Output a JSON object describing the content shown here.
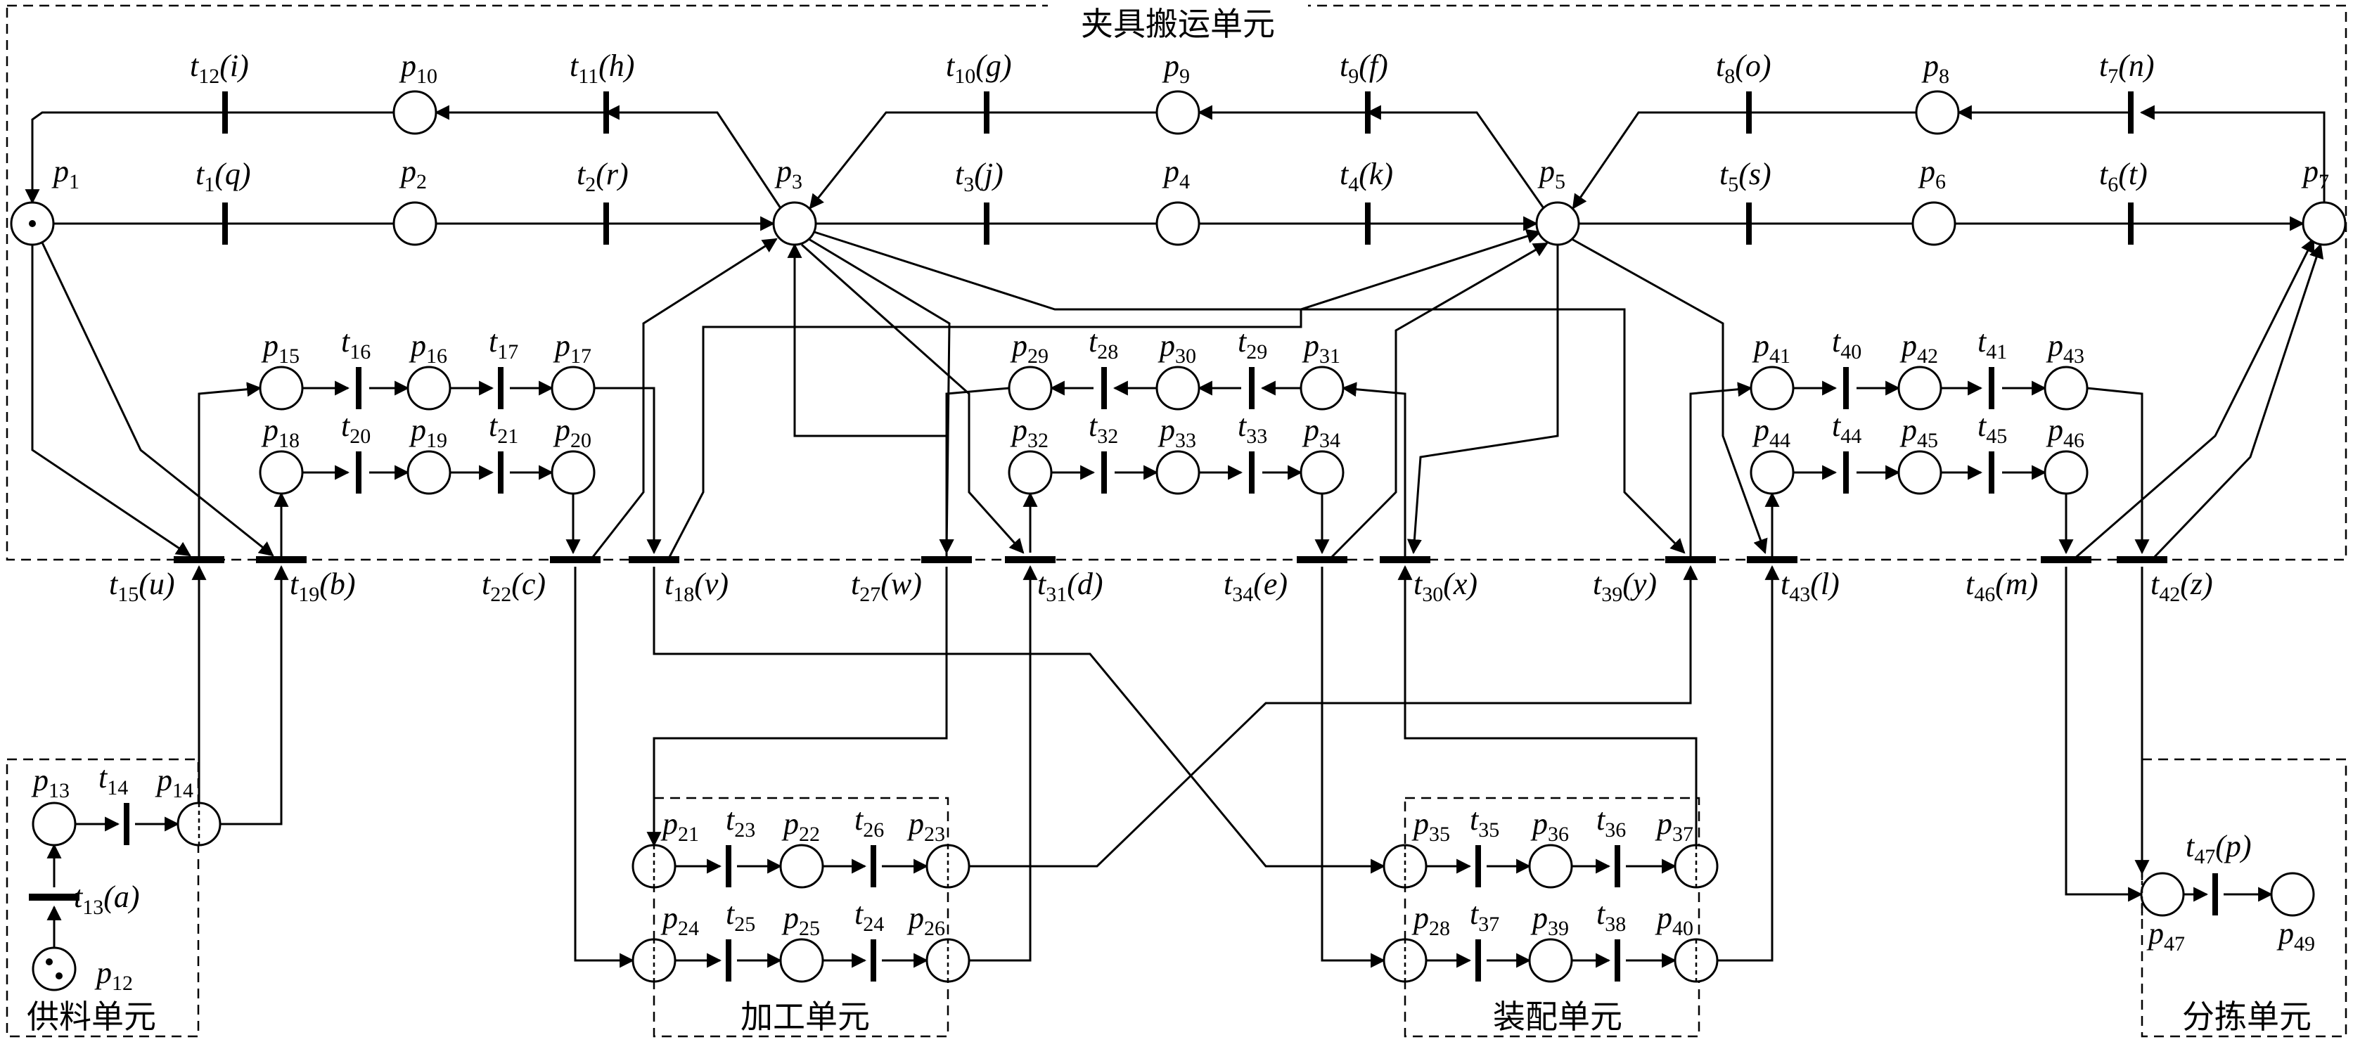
{
  "units": {
    "fixture": "夹具搬运单元",
    "supply": "供料单元",
    "machining": "加工单元",
    "assembly": "装配单元",
    "sorting": "分拣单元"
  },
  "places": {
    "p1": {
      "p": "p",
      "s": "1"
    },
    "p2": {
      "p": "p",
      "s": "2"
    },
    "p3": {
      "p": "p",
      "s": "3"
    },
    "p4": {
      "p": "p",
      "s": "4"
    },
    "p5": {
      "p": "p",
      "s": "5"
    },
    "p6": {
      "p": "p",
      "s": "6"
    },
    "p7": {
      "p": "p",
      "s": "7"
    },
    "p8": {
      "p": "p",
      "s": "8"
    },
    "p9": {
      "p": "p",
      "s": "9"
    },
    "p10": {
      "p": "p",
      "s": "10"
    },
    "p12": {
      "p": "p",
      "s": "12"
    },
    "p13": {
      "p": "p",
      "s": "13"
    },
    "p14": {
      "p": "p",
      "s": "14"
    },
    "p15": {
      "p": "p",
      "s": "15"
    },
    "p16": {
      "p": "p",
      "s": "16"
    },
    "p17": {
      "p": "p",
      "s": "17"
    },
    "p18": {
      "p": "p",
      "s": "18"
    },
    "p19": {
      "p": "p",
      "s": "19"
    },
    "p20": {
      "p": "p",
      "s": "20"
    },
    "p21": {
      "p": "p",
      "s": "21"
    },
    "p22": {
      "p": "p",
      "s": "22"
    },
    "p23": {
      "p": "p",
      "s": "23"
    },
    "p24": {
      "p": "p",
      "s": "24"
    },
    "p25": {
      "p": "p",
      "s": "25"
    },
    "p26": {
      "p": "p",
      "s": "26"
    },
    "p28": {
      "p": "p",
      "s": "28"
    },
    "p29": {
      "p": "p",
      "s": "29"
    },
    "p30": {
      "p": "p",
      "s": "30"
    },
    "p31": {
      "p": "p",
      "s": "31"
    },
    "p32": {
      "p": "p",
      "s": "32"
    },
    "p33": {
      "p": "p",
      "s": "33"
    },
    "p34": {
      "p": "p",
      "s": "34"
    },
    "p35": {
      "p": "p",
      "s": "35"
    },
    "p36": {
      "p": "p",
      "s": "36"
    },
    "p37": {
      "p": "p",
      "s": "37"
    },
    "p39": {
      "p": "p",
      "s": "39"
    },
    "p40": {
      "p": "p",
      "s": "40"
    },
    "p41": {
      "p": "p",
      "s": "41"
    },
    "p42": {
      "p": "p",
      "s": "42"
    },
    "p43": {
      "p": "p",
      "s": "43"
    },
    "p44": {
      "p": "p",
      "s": "44"
    },
    "p45": {
      "p": "p",
      "s": "45"
    },
    "p46": {
      "p": "p",
      "s": "46"
    },
    "p47": {
      "p": "p",
      "s": "47"
    },
    "p49": {
      "p": "p",
      "s": "49"
    }
  },
  "transitions": {
    "t1": {
      "p": "t",
      "s": "1",
      "e": "(q)"
    },
    "t2": {
      "p": "t",
      "s": "2",
      "e": "(r)"
    },
    "t3": {
      "p": "t",
      "s": "3",
      "e": "(j)"
    },
    "t4": {
      "p": "t",
      "s": "4",
      "e": "(k)"
    },
    "t5": {
      "p": "t",
      "s": "5",
      "e": "(s)"
    },
    "t6": {
      "p": "t",
      "s": "6",
      "e": "(t)"
    },
    "t7": {
      "p": "t",
      "s": "7",
      "e": "(n)"
    },
    "t8": {
      "p": "t",
      "s": "8",
      "e": "(o)"
    },
    "t9": {
      "p": "t",
      "s": "9",
      "e": "(f)"
    },
    "t10": {
      "p": "t",
      "s": "10",
      "e": "(g)"
    },
    "t11": {
      "p": "t",
      "s": "11",
      "e": "(h)"
    },
    "t12": {
      "p": "t",
      "s": "12",
      "e": "(i)"
    },
    "t13": {
      "p": "t",
      "s": "13",
      "e": "(a)"
    },
    "t14": {
      "p": "t",
      "s": "14",
      "e": ""
    },
    "t15": {
      "p": "t",
      "s": "15",
      "e": "(u)"
    },
    "t16": {
      "p": "t",
      "s": "16",
      "e": ""
    },
    "t17": {
      "p": "t",
      "s": "17",
      "e": ""
    },
    "t18": {
      "p": "t",
      "s": "18",
      "e": "(v)"
    },
    "t19": {
      "p": "t",
      "s": "19",
      "e": "(b)"
    },
    "t20": {
      "p": "t",
      "s": "20",
      "e": ""
    },
    "t21": {
      "p": "t",
      "s": "21",
      "e": ""
    },
    "t22": {
      "p": "t",
      "s": "22",
      "e": "(c)"
    },
    "t23": {
      "p": "t",
      "s": "23",
      "e": ""
    },
    "t24": {
      "p": "t",
      "s": "24",
      "e": ""
    },
    "t25": {
      "p": "t",
      "s": "25",
      "e": ""
    },
    "t26": {
      "p": "t",
      "s": "26",
      "e": ""
    },
    "t27": {
      "p": "t",
      "s": "27",
      "e": "(w)"
    },
    "t28": {
      "p": "t",
      "s": "28",
      "e": ""
    },
    "t29": {
      "p": "t",
      "s": "29",
      "e": ""
    },
    "t30": {
      "p": "t",
      "s": "30",
      "e": "(x)"
    },
    "t31": {
      "p": "t",
      "s": "31",
      "e": "(d)"
    },
    "t32": {
      "p": "t",
      "s": "32",
      "e": ""
    },
    "t33": {
      "p": "t",
      "s": "33",
      "e": ""
    },
    "t34": {
      "p": "t",
      "s": "34",
      "e": "(e)"
    },
    "t35": {
      "p": "t",
      "s": "35",
      "e": ""
    },
    "t36": {
      "p": "t",
      "s": "36",
      "e": ""
    },
    "t37": {
      "p": "t",
      "s": "37",
      "e": ""
    },
    "t38": {
      "p": "t",
      "s": "38",
      "e": ""
    },
    "t39": {
      "p": "t",
      "s": "39",
      "e": "(y)"
    },
    "t40": {
      "p": "t",
      "s": "40",
      "e": ""
    },
    "t41": {
      "p": "t",
      "s": "41",
      "e": ""
    },
    "t42": {
      "p": "t",
      "s": "42",
      "e": "(z)"
    },
    "t43": {
      "p": "t",
      "s": "43",
      "e": "(l)"
    },
    "t44": {
      "p": "t",
      "s": "44",
      "e": ""
    },
    "t45": {
      "p": "t",
      "s": "45",
      "e": ""
    },
    "t46": {
      "p": "t",
      "s": "46",
      "e": "(m)"
    },
    "t47": {
      "p": "t",
      "s": "47",
      "e": "(p)"
    }
  }
}
